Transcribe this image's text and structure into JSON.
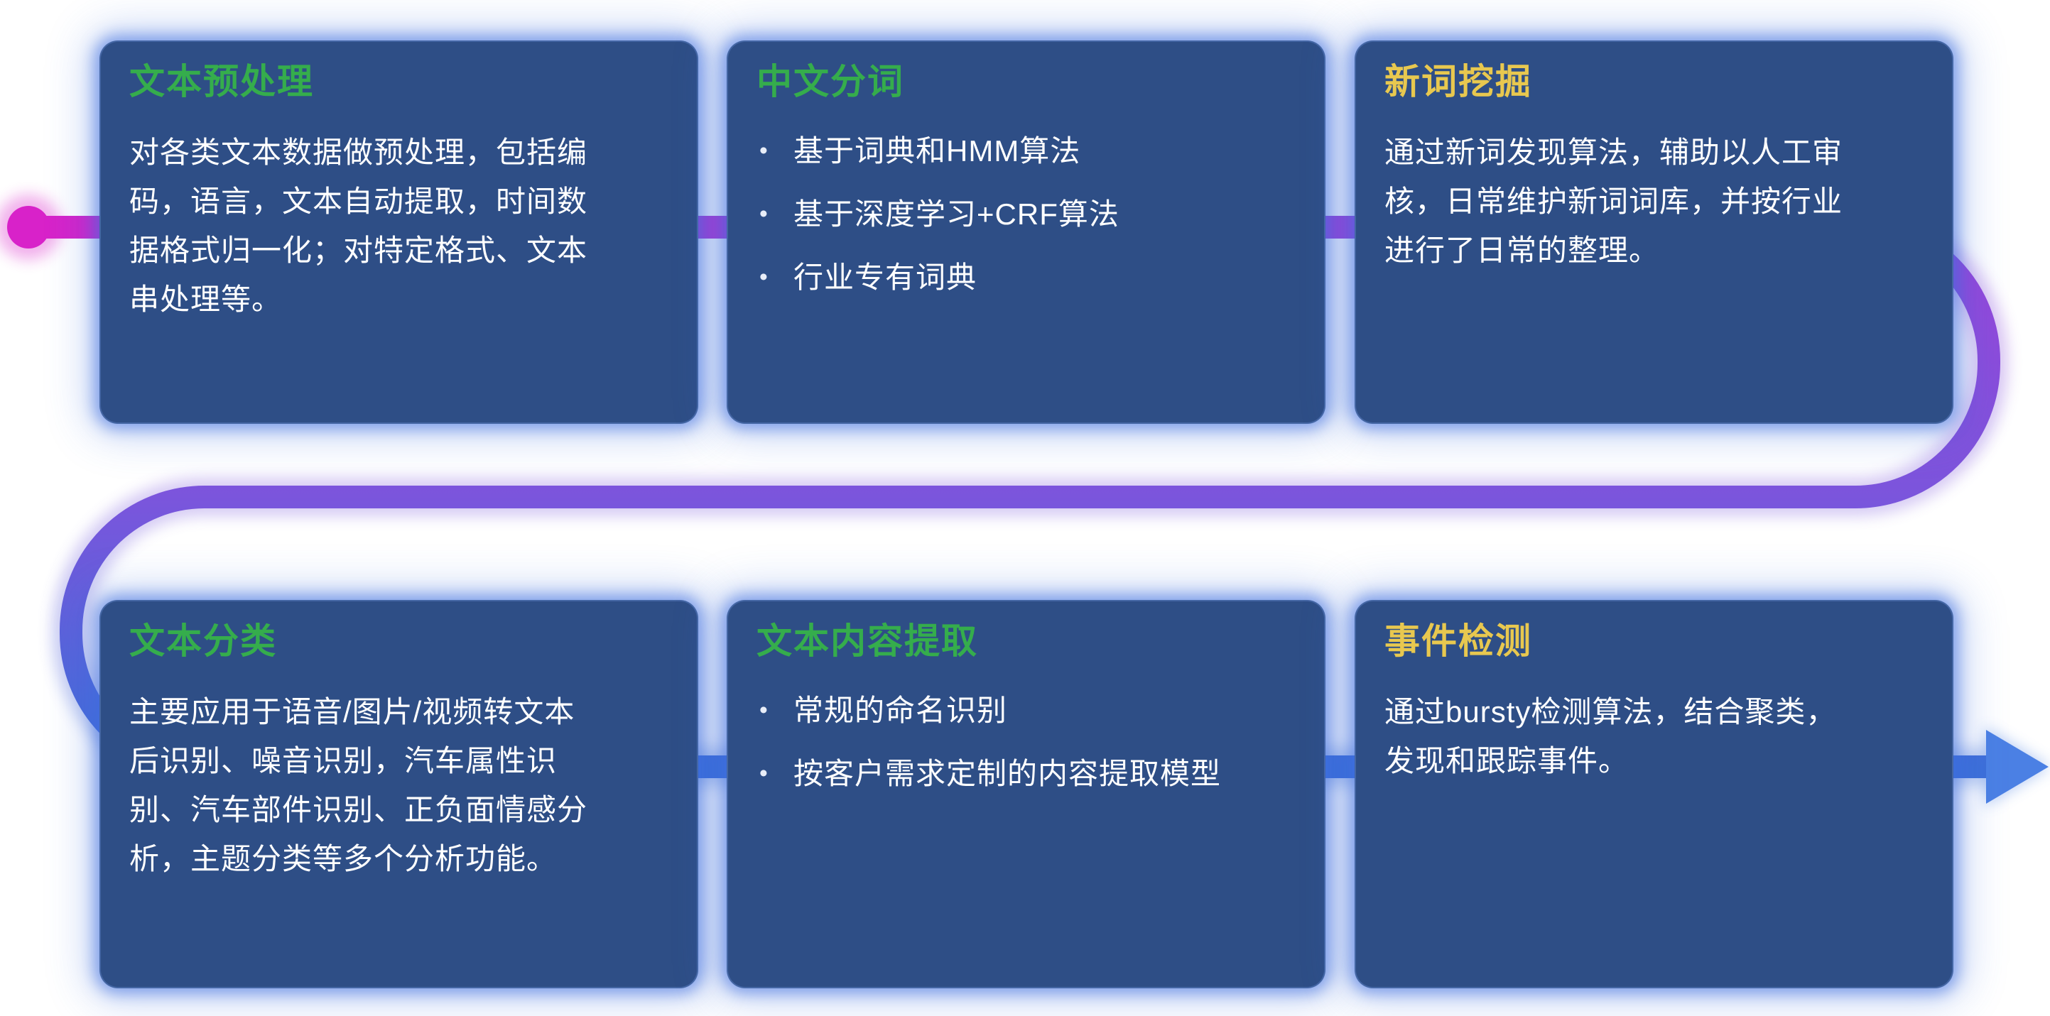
{
  "diagram": {
    "flow": {
      "start_dot_color": "#d822c9",
      "line_start_color": "#d822c9",
      "line_mid_color": "#a63fd6",
      "line_purple_color": "#9a44d9",
      "line_violet_color": "#7b55dc",
      "line_end_color": "#3d6fd9",
      "arrow_color": "#4b80e4"
    },
    "colors": {
      "page_background": "#ffffff",
      "card_background": "#2e4e86",
      "card_glow": "#3e6ede",
      "title_green": "#35ad4c",
      "title_yellow": "#e8c84f",
      "body_text": "#ffffff"
    },
    "cards": [
      {
        "id": "text-preprocessing",
        "title": "文本预处理",
        "title_color": "#35ad4c",
        "body": "对各类文本数据做预处理，包括编码，语言，文本自动提取，时间数据格式归一化；对特定格式、文本串处理等。",
        "bullets": []
      },
      {
        "id": "chinese-word-segmentation",
        "title": "中文分词",
        "title_color": "#35ad4c",
        "body": "",
        "bullets": [
          "基于词典和HMM算法",
          "基于深度学习+CRF算法",
          "行业专有词典"
        ]
      },
      {
        "id": "new-word-mining",
        "title": "新词挖掘",
        "title_color": "#e8c84f",
        "body": "通过新词发现算法，辅助以人工审核，日常维护新词词库，并按行业进行了日常的整理。",
        "bullets": []
      },
      {
        "id": "text-classification",
        "title": "文本分类",
        "title_color": "#35ad4c",
        "body": "主要应用于语音/图片/视频转文本后识别、噪音识别，汽车属性识别、汽车部件识别、正负面情感分析，主题分类等多个分析功能。",
        "bullets": []
      },
      {
        "id": "text-content-extraction",
        "title": "文本内容提取",
        "title_color": "#35ad4c",
        "body": "",
        "bullets": [
          "常规的命名识别",
          "按客户需求定制的内容提取模型"
        ]
      },
      {
        "id": "event-detection",
        "title": "事件检测",
        "title_color": "#e8c84f",
        "body": "通过bursty检测算法，结合聚类，发现和跟踪事件。",
        "bullets": []
      }
    ]
  }
}
